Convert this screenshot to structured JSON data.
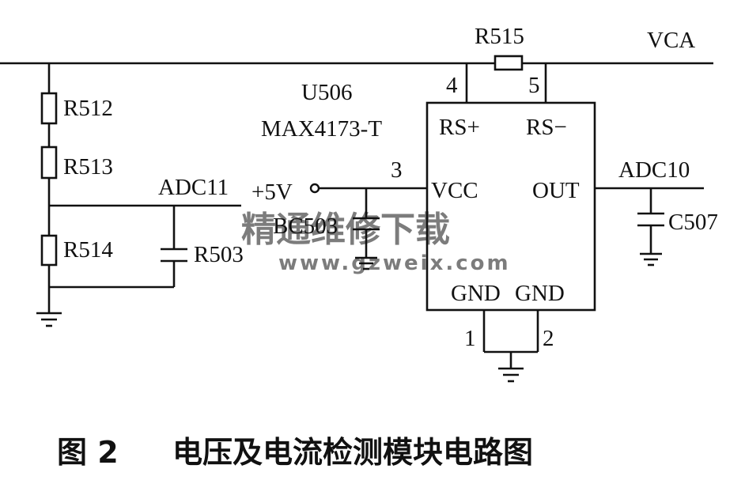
{
  "labels": {
    "vca": "VCA",
    "r515": "R515",
    "pin4": "4",
    "pin5": "5",
    "u506": "U506",
    "max": "MAX4173-T",
    "rs_plus": "RS+",
    "rs_minus": "RS−",
    "r512": "R512",
    "r513": "R513",
    "r514": "R514",
    "adc11": "ADC11",
    "r503": "R503",
    "p5v": "+5V",
    "pin3": "3",
    "vcc": "VCC",
    "out": "OUT",
    "adc10": "ADC10",
    "bc503": "BC503",
    "c507": "C507",
    "gnd1": "GND",
    "gnd2": "GND",
    "pin1": "1",
    "pin2": "2"
  },
  "watermark": {
    "text": "精通维修下载",
    "url": "www.gzweix.com",
    "color": "#f2b38a"
  },
  "caption": {
    "figure": "图 2",
    "title": "电压及电流检测模块电路图"
  }
}
